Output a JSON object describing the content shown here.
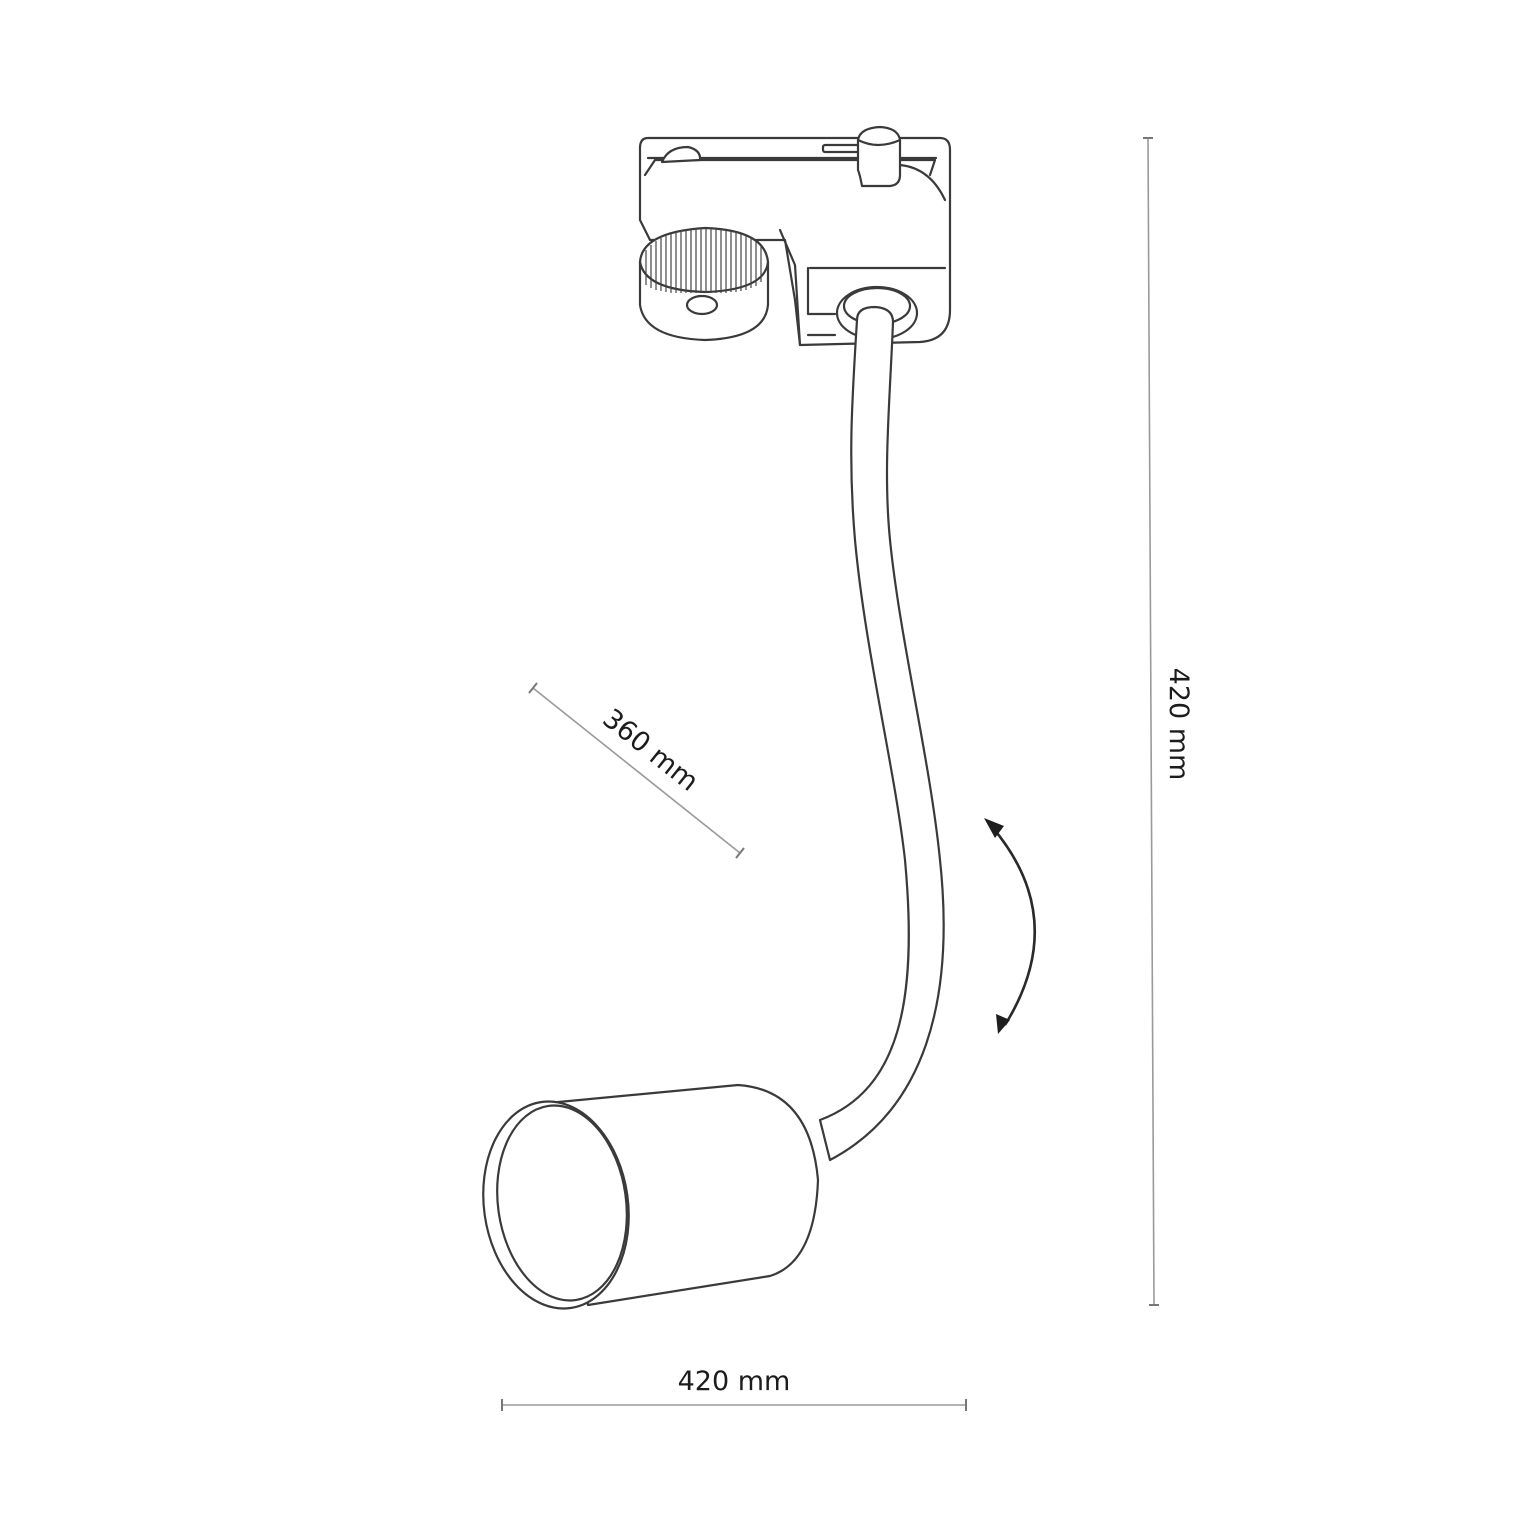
{
  "drawing": {
    "title": "Track spotlight with flexible arm - dimension drawing",
    "components": [
      {
        "name": "track-adapter",
        "label": "Track adapter with knurled lock knob"
      },
      {
        "name": "flexible-arm",
        "label": "Flexible gooseneck arm"
      },
      {
        "name": "lamp-holder",
        "label": "Cylindrical lamp holder"
      },
      {
        "name": "rotation-arrow",
        "label": "Bend / rotation indicator"
      }
    ],
    "colors": {
      "line": "#3a3a3a",
      "dimension_line": "#9a9a9a",
      "text": "#1c1c1c",
      "background": "#ffffff"
    }
  },
  "dimensions": {
    "height": {
      "value": 420,
      "unit": "mm",
      "label": "420 mm",
      "orientation": "vertical"
    },
    "width": {
      "value": 420,
      "unit": "mm",
      "label": "420 mm",
      "orientation": "horizontal"
    },
    "arm_length": {
      "value": 360,
      "unit": "mm",
      "label": "360 mm",
      "orientation": "diagonal"
    }
  }
}
